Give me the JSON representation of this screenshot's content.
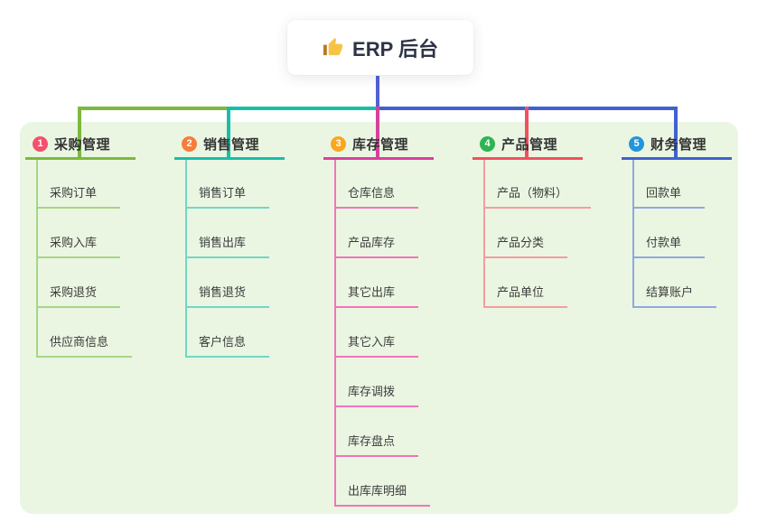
{
  "root": {
    "label": "ERP 后台",
    "icon": "thumbs-up-icon",
    "icon_color": "#f6c445",
    "icon_cuff_color": "#b5782e"
  },
  "colors": {
    "canvas_bg": "#ffffff",
    "panel_bg": "#eaf6e2",
    "stem": "#5160d5",
    "title_text": "#2e3446",
    "branch_text": "#333333",
    "child_text": "#3c3c3c"
  },
  "connector_segments": [
    {
      "name": "segment-purchase",
      "color": "#7cb93e"
    },
    {
      "name": "segment-sales",
      "color": "#17bfa8"
    },
    {
      "name": "segment-right",
      "color": "#4161cf"
    }
  ],
  "branches": [
    {
      "num": "1",
      "label": "采购管理",
      "badge_color": "#f4506c",
      "line_color": "#7cb93e",
      "drop_color": "#7cb93e",
      "child_line_color": "#a8d584",
      "children": [
        "采购订单",
        "采购入库",
        "采购退货",
        "供应商信息"
      ]
    },
    {
      "num": "2",
      "label": "销售管理",
      "badge_color": "#f67d3a",
      "line_color": "#17bfa8",
      "drop_color": "#17bfa8",
      "child_line_color": "#72d7c5",
      "children": [
        "销售订单",
        "销售出库",
        "销售退货",
        "客户信息"
      ]
    },
    {
      "num": "3",
      "label": "库存管理",
      "badge_color": "#f8a71f",
      "line_color": "#d8409c",
      "drop_color": "#d8409c",
      "child_line_color": "#f075b8",
      "children": [
        "仓库信息",
        "产品库存",
        "其它出库",
        "其它入库",
        "库存调拨",
        "库存盘点",
        "出库库明细"
      ]
    },
    {
      "num": "4",
      "label": "产品管理",
      "badge_color": "#2eb454",
      "line_color": "#f2505e",
      "drop_color": "#f2505e",
      "child_line_color": "#f79ba1",
      "children": [
        "产品（物料）",
        "产品分类",
        "产品单位"
      ]
    },
    {
      "num": "5",
      "label": "财务管理",
      "badge_color": "#2295dc",
      "line_color": "#4161cf",
      "drop_color": "#4161cf",
      "child_line_color": "#90a7e2",
      "children": [
        "回款单",
        "付款单",
        "结算账户"
      ]
    }
  ]
}
